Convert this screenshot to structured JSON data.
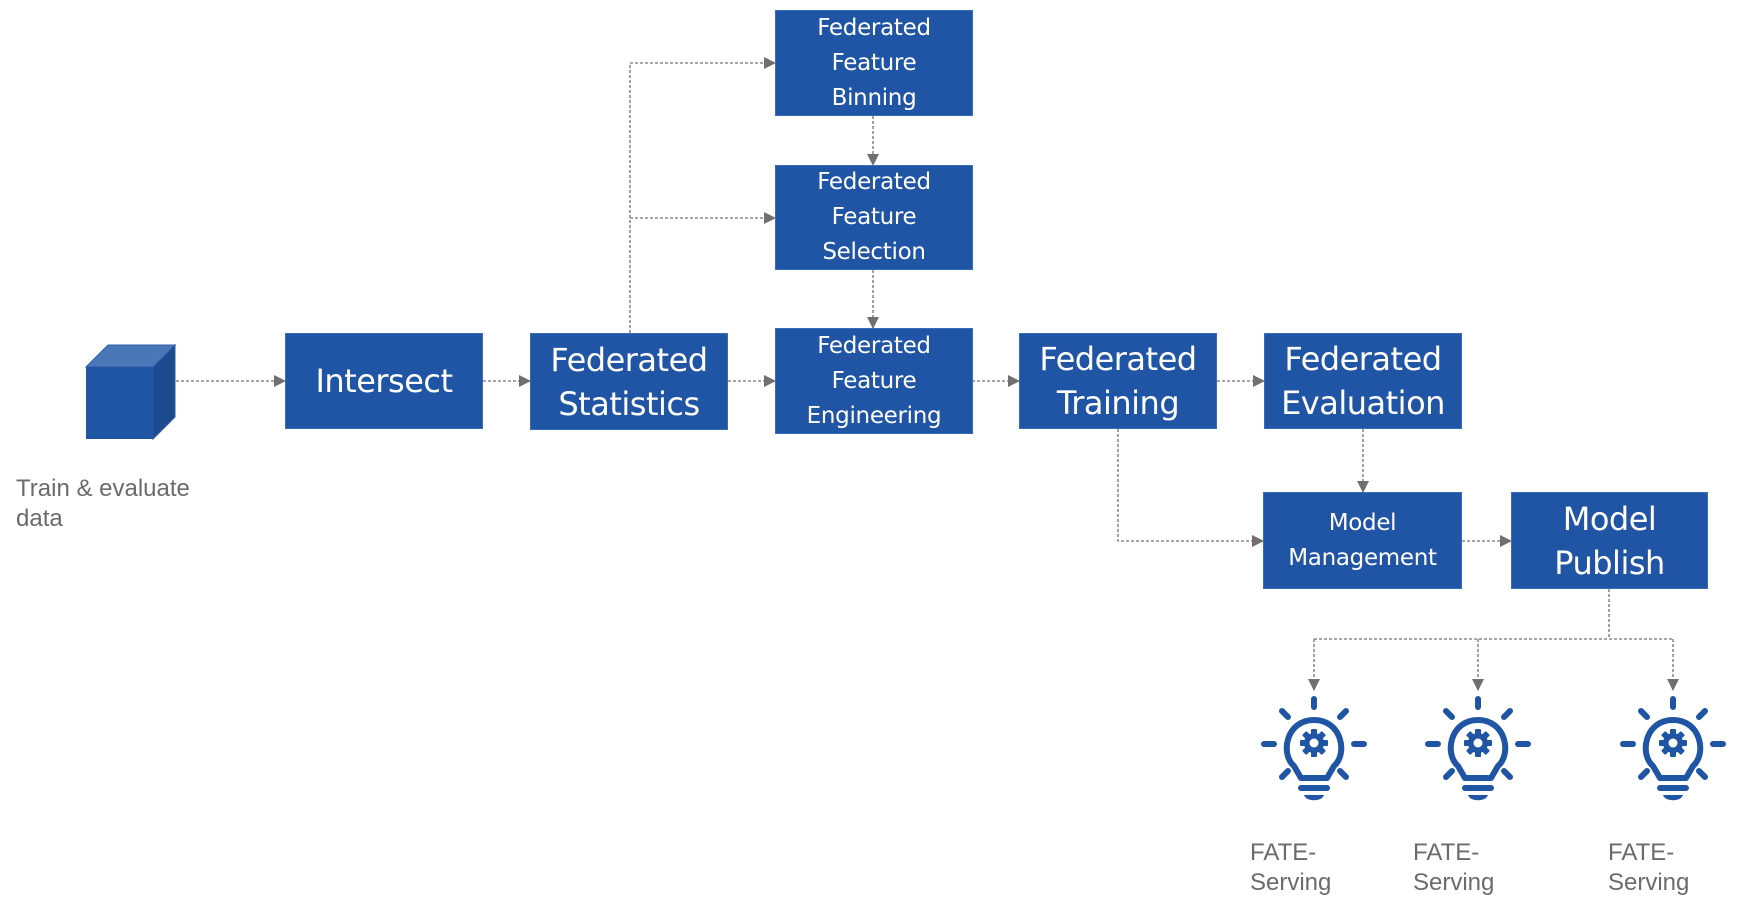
{
  "diagram": {
    "colors": {
      "box_fill": "#2054a4",
      "box_text": "#ffffff",
      "connector": "#7a7a7a",
      "label_text": "#6b6b6b",
      "icon": "#2054a4"
    },
    "data_source": {
      "icon": "cube-icon",
      "label": "Train & evaluate\ndata"
    },
    "nodes": {
      "intersect": "Intersect",
      "federated_statistics": "Federated\nStatistics",
      "feature_binning": "Federated\nFeature\nBinning",
      "feature_selection": "Federated\nFeature\nSelection",
      "feature_engineering": "Federated\nFeature\nEngineering",
      "federated_training": "Federated\nTraining",
      "federated_evaluation": "Federated\nEvaluation",
      "model_management": "Model\nManagement",
      "model_publish": "Model\nPublish"
    },
    "serving": [
      {
        "icon": "lightbulb-gear-icon",
        "label": "FATE-\nServing"
      },
      {
        "icon": "lightbulb-gear-icon",
        "label": "FATE-\nServing"
      },
      {
        "icon": "lightbulb-gear-icon",
        "label": "FATE-\nServing"
      }
    ],
    "edges": [
      [
        "data_source",
        "intersect"
      ],
      [
        "intersect",
        "federated_statistics"
      ],
      [
        "federated_statistics",
        "feature_binning"
      ],
      [
        "federated_statistics",
        "feature_selection"
      ],
      [
        "federated_statistics",
        "feature_engineering"
      ],
      [
        "feature_binning",
        "feature_selection"
      ],
      [
        "feature_selection",
        "feature_engineering"
      ],
      [
        "feature_engineering",
        "federated_training"
      ],
      [
        "federated_training",
        "federated_evaluation"
      ],
      [
        "federated_training",
        "model_management"
      ],
      [
        "federated_evaluation",
        "model_management"
      ],
      [
        "model_management",
        "model_publish"
      ],
      [
        "model_publish",
        "serving_1"
      ],
      [
        "model_publish",
        "serving_2"
      ],
      [
        "model_publish",
        "serving_3"
      ]
    ]
  }
}
